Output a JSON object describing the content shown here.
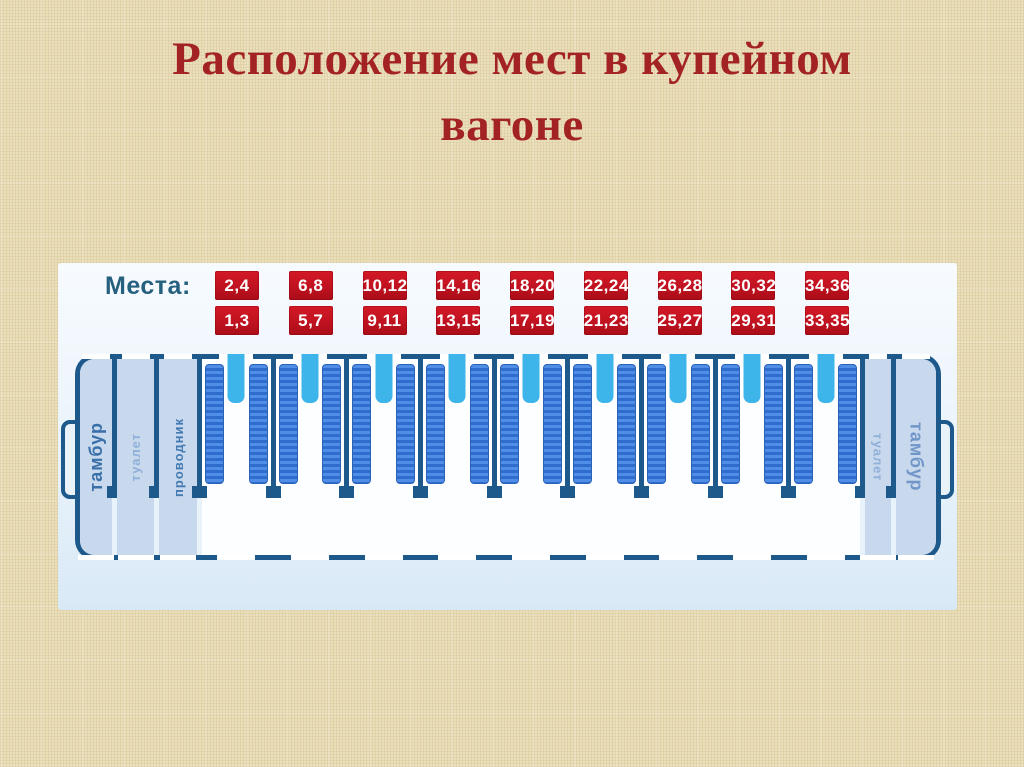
{
  "title": {
    "line1": "Расположение мест в купейном",
    "line2": "вагоне"
  },
  "panel": {
    "legend_label": "Места:",
    "seat_badges": {
      "upper_berths": [
        "2,4",
        "6,8",
        "10,12",
        "14,16",
        "18,20",
        "22,24",
        "26,28",
        "30,32",
        "34,36"
      ],
      "lower_berths": [
        "1,3",
        "5,7",
        "9,11",
        "13,15",
        "17,19",
        "21,23",
        "25,27",
        "29,31",
        "33,35"
      ]
    }
  },
  "carriage": {
    "left_sections": [
      {
        "id": "tambur-left",
        "label": "тамбур"
      },
      {
        "id": "toilet-left",
        "label": "туалет"
      },
      {
        "id": "conductor",
        "label": "проводник"
      }
    ],
    "right_sections": [
      {
        "id": "toilet-right",
        "label": "туалет"
      },
      {
        "id": "tambur-right",
        "label": "тамбур"
      }
    ],
    "compartment_count": 9,
    "berths_per_compartment": 2
  },
  "colors": {
    "title_red": "#a32222",
    "badge_red": "#c01220",
    "badge_text": "#ffffff",
    "legend_text": "#26607f",
    "carriage_outline": "#1e598b",
    "berth_blue": "#3a7bd9",
    "window_tab_blue": "#3db4ea",
    "service_fill": "#c8d8ed",
    "panel_blue": "#eaf3fb",
    "background_beige": "#ebdfba"
  }
}
